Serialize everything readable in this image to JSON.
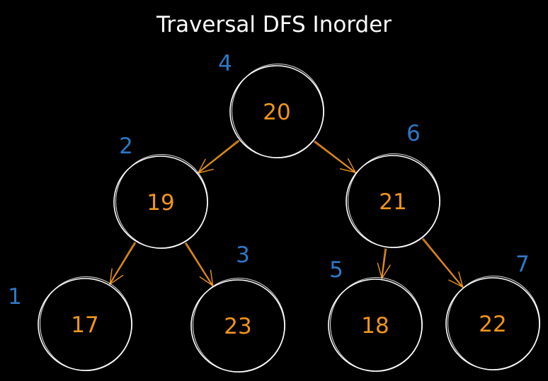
{
  "title": "Traversal DFS Inorder",
  "colors": {
    "background": "#000000",
    "circle_stroke": "#ffffff",
    "node_value": "#f0951d",
    "order_label": "#2d78c6",
    "edge": "#f0951d"
  },
  "nodes": [
    {
      "id": "n20",
      "value": "20",
      "order": "4"
    },
    {
      "id": "n19",
      "value": "19",
      "order": "2"
    },
    {
      "id": "n21",
      "value": "21",
      "order": "6"
    },
    {
      "id": "n17",
      "value": "17",
      "order": "1"
    },
    {
      "id": "n23",
      "value": "23",
      "order": "3"
    },
    {
      "id": "n18",
      "value": "18",
      "order": "5"
    },
    {
      "id": "n22",
      "value": "22",
      "order": "7"
    }
  ],
  "edges": [
    {
      "from": "n20",
      "to": "n19"
    },
    {
      "from": "n20",
      "to": "n21"
    },
    {
      "from": "n19",
      "to": "n17"
    },
    {
      "from": "n19",
      "to": "n23"
    },
    {
      "from": "n21",
      "to": "n18"
    },
    {
      "from": "n21",
      "to": "n22"
    }
  ]
}
